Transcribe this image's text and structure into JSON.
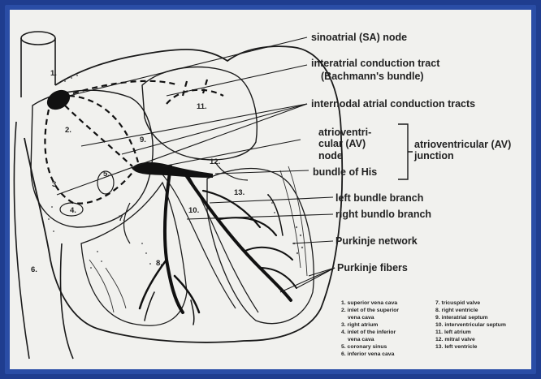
{
  "labels": {
    "sa_node": "sinoatrial (SA) node",
    "interatrial_1": "interatrial conduction tract",
    "interatrial_2": "(Bachmann's bundle)",
    "internodal": "internodal atrial conduction tracts",
    "av_node_1": "atrioventri-",
    "av_node_2": "cular (AV)",
    "av_node_3": "node",
    "junction_1": "atrioventricular (AV)",
    "junction_2": "junction",
    "bundle_his": "bundle of His",
    "left_bundle": "left bundle branch",
    "right_bundle": "right bundlo branch",
    "purkinje_network": "Purkinje network",
    "purkinje_fibers": "Purkinje fibers"
  },
  "numbers": [
    "1.",
    "2.",
    "3",
    "4.",
    "5.",
    "6.",
    "7.",
    "8.",
    "9.",
    "10.",
    "11.",
    "12.",
    "13."
  ],
  "legend_left": [
    "1. superior vena cava",
    "2. inlet of the superior",
    "vena cava",
    "3. right atrium",
    "4. inlet of the inferior",
    "vena cava",
    "5. coronary sinus",
    "6. inferior vena cava"
  ],
  "legend_right": [
    "7. tricuspid valve",
    "8. right ventricle",
    "9. interatrial septum",
    "10. interventricular septum",
    "11. left atrium",
    "12. mitral valve",
    "13. left ventricle"
  ],
  "colors": {
    "frame": "#2a4da6",
    "background": "#1f3d8f",
    "paper": "#f1f1ee",
    "ink": "#1a1a1a"
  }
}
